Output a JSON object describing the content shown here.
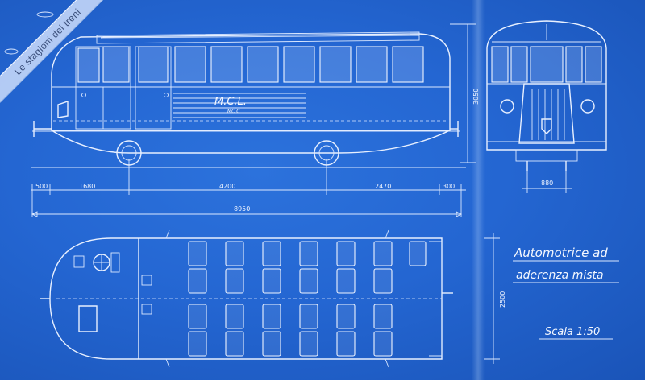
{
  "watermark": {
    "text": "Le stagioni dei treni"
  },
  "vehicle_marking": {
    "main": "M.C.L.",
    "sub": "MC C"
  },
  "dimensions": {
    "overall_length": "8950",
    "front_overhang": "500",
    "door_section": "1680",
    "wheelbase": "4200",
    "rear_section": "2470",
    "rear_overhang": "300",
    "height": "3050",
    "track_gauge": "880",
    "width": "2500"
  },
  "title_block": {
    "title_line1": "Automotrice ad",
    "title_line2": "aderenza mista",
    "scale": "Scala 1:50"
  },
  "colors": {
    "paper": "#2466d2",
    "lines": "#e8f0ff",
    "banner": "#dce8ff"
  }
}
